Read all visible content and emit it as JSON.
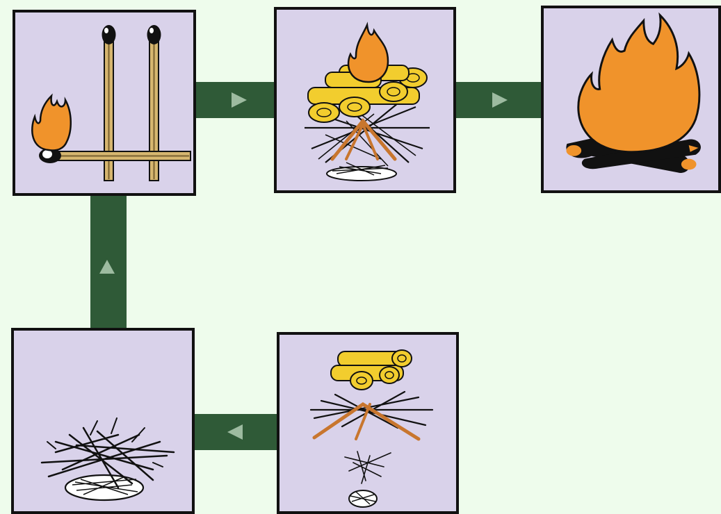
{
  "colors": {
    "background": "#eefcec",
    "panel_fill": "#d9d2ea",
    "panel_border": "#111111",
    "connector": "#2f5a37",
    "arrow": "#9dbba0",
    "flame": "#f0932b",
    "log_fill": "#f2cd2e",
    "match_stick": "#d6b66f",
    "kindling": "#c8762e"
  },
  "steps": [
    {
      "order": 1,
      "icon": "tinder-nest-icon"
    },
    {
      "order": 2,
      "icon": "kindling-and-logs-icon"
    },
    {
      "order": 3,
      "icon": "lit-matches-icon"
    },
    {
      "order": 4,
      "icon": "log-cabin-fire-icon"
    },
    {
      "order": 5,
      "icon": "campfire-icon"
    }
  ]
}
